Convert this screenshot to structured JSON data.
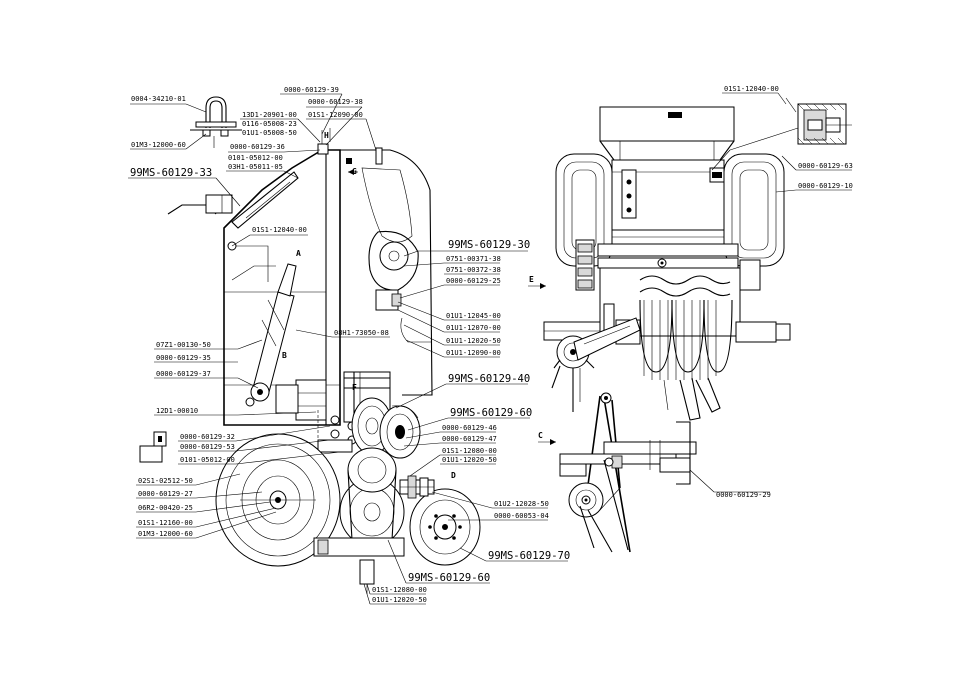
{
  "callouts": [
    {
      "id": "c1",
      "text": "0004-34210-01"
    },
    {
      "id": "c2",
      "text": "01M3-12000-60"
    },
    {
      "id": "c3",
      "text": "0000-60129-39"
    },
    {
      "id": "c4",
      "text": "0000-60129-38"
    },
    {
      "id": "c5",
      "text": "13D1-20901-00"
    },
    {
      "id": "c6",
      "text": "0116-05008-23"
    },
    {
      "id": "c7",
      "text": "01U1-05008-50"
    },
    {
      "id": "c8",
      "text": "01S1-12090-00"
    },
    {
      "id": "c9",
      "text": "0000-60129-36"
    },
    {
      "id": "c10",
      "text": "0101-05012-00"
    },
    {
      "id": "c11",
      "text": "03H1-05011-05"
    },
    {
      "id": "c12",
      "text": "99MS-60129-33"
    },
    {
      "id": "c13",
      "text": "01S1-12040-00"
    },
    {
      "id": "c14",
      "text": "99MS-60129-30"
    },
    {
      "id": "c15",
      "text": "0751-00371-38"
    },
    {
      "id": "c16",
      "text": "0751-00372-38"
    },
    {
      "id": "c17",
      "text": "0000-60129-25"
    },
    {
      "id": "c18",
      "text": "01U1-12045-00"
    },
    {
      "id": "c19",
      "text": "01U1-12070-00"
    },
    {
      "id": "c20",
      "text": "08H1-73050-08"
    },
    {
      "id": "c21",
      "text": "01U1-12020-50"
    },
    {
      "id": "c22",
      "text": "01U1-12090-00"
    },
    {
      "id": "c23",
      "text": "07Z1-00130-50"
    },
    {
      "id": "c24",
      "text": "0000-60129-35"
    },
    {
      "id": "c25",
      "text": "0000-60129-37"
    },
    {
      "id": "c26",
      "text": "99MS-60129-40"
    },
    {
      "id": "c27",
      "text": "12D1-00010"
    },
    {
      "id": "c28",
      "text": "99MS-60129-60"
    },
    {
      "id": "c29",
      "text": "0000-60129-46"
    },
    {
      "id": "c30",
      "text": "0000-60129-47"
    },
    {
      "id": "c31",
      "text": "0000-60129-32"
    },
    {
      "id": "c32",
      "text": "0000-60129-53"
    },
    {
      "id": "c33",
      "text": "0101-05012-00"
    },
    {
      "id": "c34",
      "text": "01S1-12080-00"
    },
    {
      "id": "c35",
      "text": "01U1-12020-50"
    },
    {
      "id": "c36",
      "text": "02S1-02512-50"
    },
    {
      "id": "c37",
      "text": "0000-60129-27"
    },
    {
      "id": "c38",
      "text": "06R2-00420-25"
    },
    {
      "id": "c39",
      "text": "01S1-12160-00"
    },
    {
      "id": "c40",
      "text": "01M3-12000-60"
    },
    {
      "id": "c41",
      "text": "01U2-12028-50"
    },
    {
      "id": "c42",
      "text": "0000-60053-04"
    },
    {
      "id": "c43",
      "text": "99MS-60129-70"
    },
    {
      "id": "c44",
      "text": "99MS-60129-60"
    },
    {
      "id": "c45",
      "text": "01S1-12080-00"
    },
    {
      "id": "c46",
      "text": "01U1-12020-50"
    },
    {
      "id": "c47",
      "text": "01S1-12040-00"
    },
    {
      "id": "c48",
      "text": "0000-60129-63"
    },
    {
      "id": "c49",
      "text": "0000-60129-10"
    },
    {
      "id": "c50",
      "text": "0000-60129-29"
    }
  ],
  "view_letters": {
    "A": "A",
    "B": "B",
    "C": "C",
    "D": "D",
    "E": "E",
    "F": "F",
    "G": "G",
    "H": "H"
  }
}
